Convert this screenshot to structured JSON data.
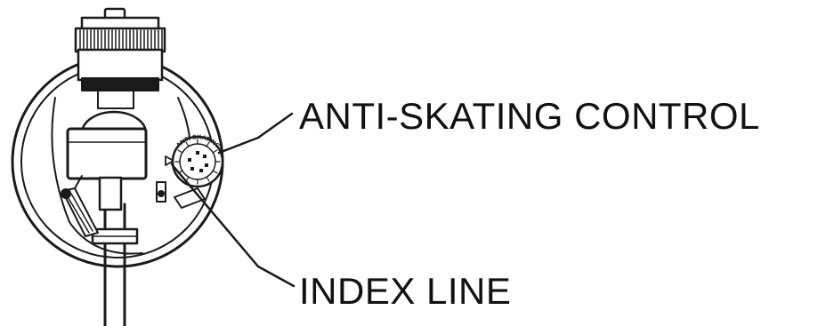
{
  "callouts": {
    "anti_skating_control": "ANTI-SKATING CONTROL",
    "index_line": "INDEX LINE"
  },
  "dial": {
    "text": "ANTI-SKATING"
  },
  "colors": {
    "line": "#1a1a1a",
    "fill": "#ffffff",
    "background": "#ffffff"
  },
  "icons": {
    "index_marker": "triangle-pointer-icon"
  }
}
